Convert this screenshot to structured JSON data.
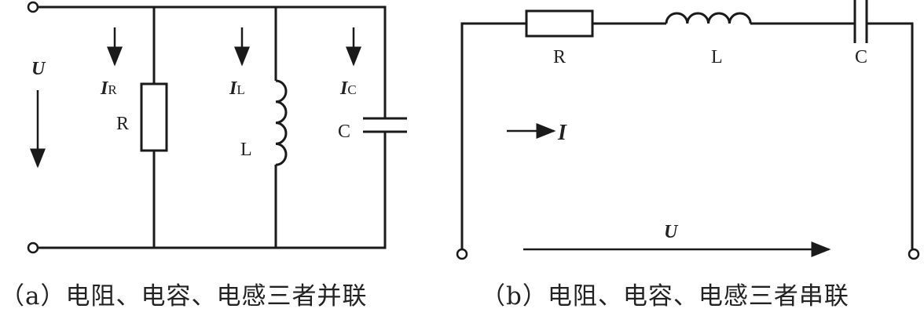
{
  "figure_a": {
    "caption": "（a）电阻、电容、电感三者并联",
    "voltage_label": "U",
    "current_symbol": "I",
    "currents": [
      {
        "sub": "R"
      },
      {
        "sub": "L"
      },
      {
        "sub": "C"
      }
    ],
    "components": {
      "resistor": "R",
      "inductor": "L",
      "capacitor": "C"
    }
  },
  "figure_b": {
    "caption": "（b）电阻、电容、电感三者串联",
    "voltage_label": "U",
    "current_label": "I",
    "components": {
      "resistor": "R",
      "inductor": "L",
      "capacitor": "C"
    }
  },
  "colors": {
    "line": "#1a1a1a",
    "text": "#222222"
  }
}
